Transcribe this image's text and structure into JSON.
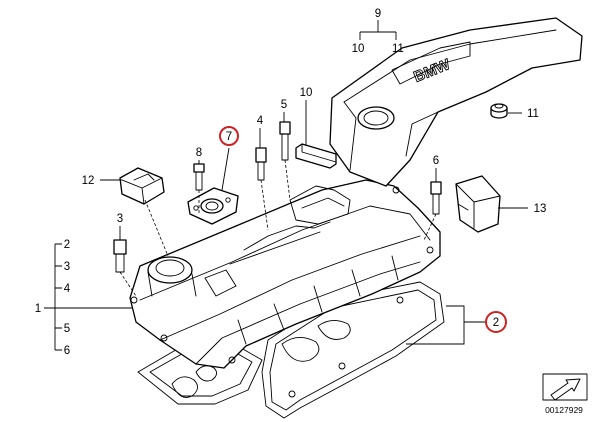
{
  "callouts": {
    "c9": "9",
    "c10a": "10",
    "c11a": "11",
    "c10b": "10",
    "c11b": "11",
    "c5": "5",
    "c4": "4",
    "c7": "7",
    "c8": "8",
    "c12": "12",
    "c6": "6",
    "c13": "13",
    "c3": "3",
    "c2": "2",
    "c3b": "3",
    "c4b": "4",
    "c1": "1",
    "c5b": "5",
    "c6b": "6",
    "c2b": "2"
  },
  "highlighted_callouts": [
    "7",
    "2"
  ],
  "colors": {
    "highlight": "#cc2222",
    "line": "#000000"
  },
  "cover_logo": "BMW",
  "catalog_number": "00127929",
  "icons": {
    "direction_marker": "arrow-in-box-icon"
  }
}
